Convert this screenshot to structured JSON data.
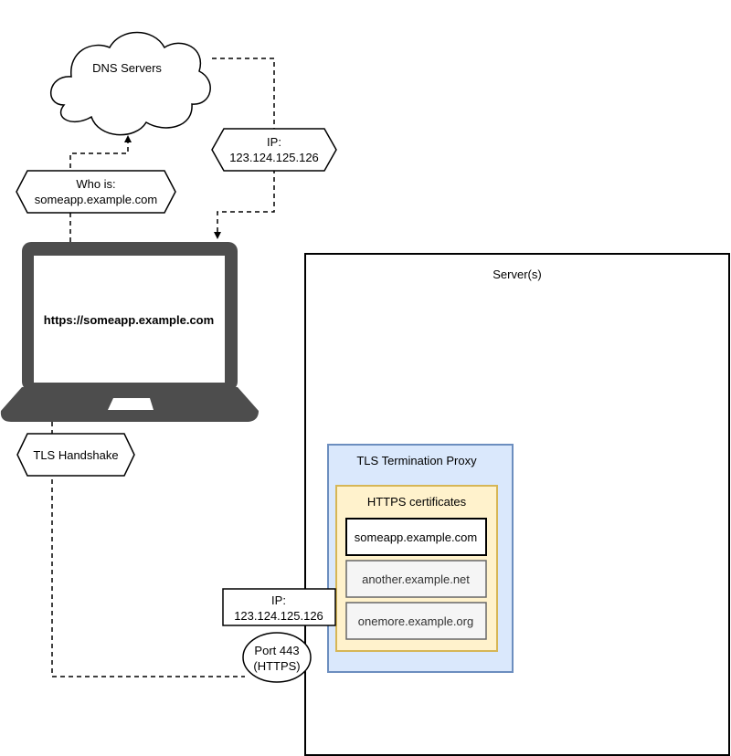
{
  "cloud": {
    "label": "DNS Servers"
  },
  "ip_response": {
    "line1": "IP:",
    "line2": "123.124.125.126"
  },
  "who_is": {
    "line1": "Who is:",
    "line2": "someapp.example.com"
  },
  "laptop": {
    "url": "https://someapp.example.com",
    "body_color": "#4d4d4d"
  },
  "tls_handshake": {
    "label": "TLS Handshake"
  },
  "server": {
    "label": "Server(s)"
  },
  "proxy": {
    "label": "TLS Termination Proxy",
    "fill": "#dae8fc",
    "stroke": "#6c8ebf"
  },
  "certs": {
    "label": "HTTPS certificates",
    "fill": "#fff2cc",
    "stroke": "#d6b656",
    "items": [
      "someapp.example.com",
      "another.example.net",
      "onemore.example.org"
    ]
  },
  "ip_box": {
    "line1": "IP:",
    "line2": "123.124.125.126"
  },
  "port": {
    "line1": "Port 443",
    "line2": "(HTTPS)"
  }
}
